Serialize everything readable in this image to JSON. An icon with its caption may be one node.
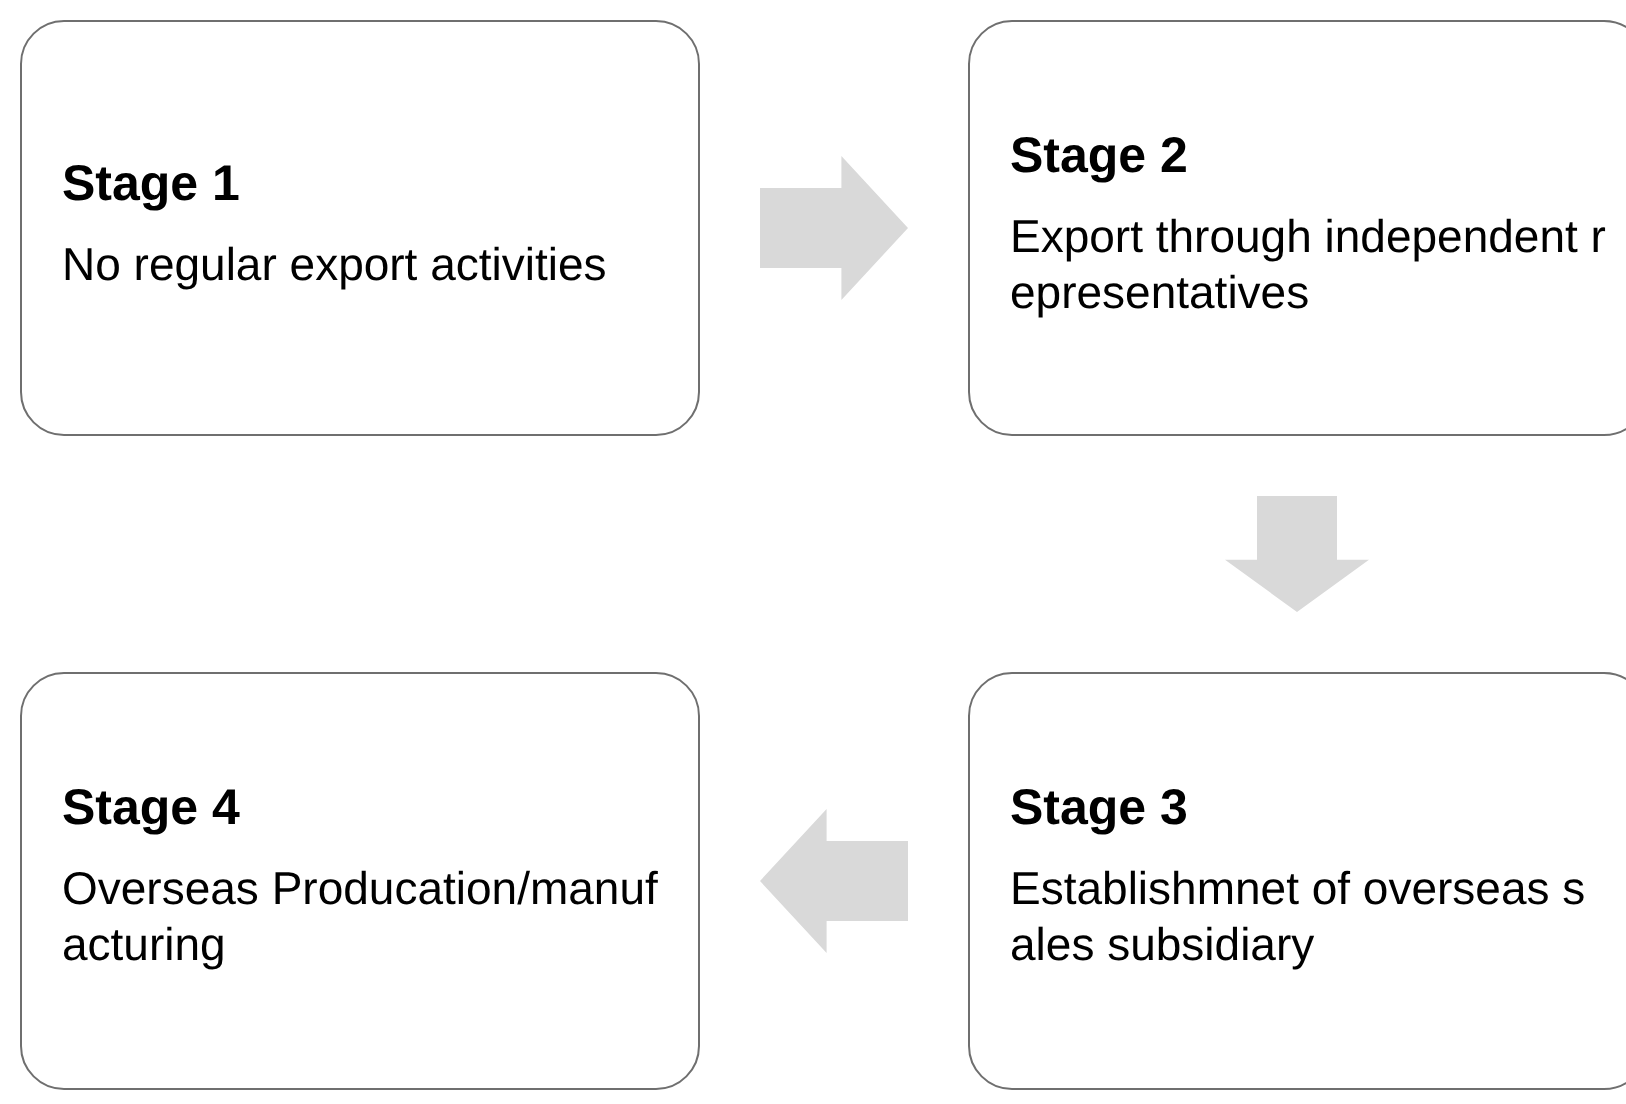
{
  "diagram": {
    "nodes": [
      {
        "text": [
          "Stage 1",
          "No regular export activities"
        ]
      },
      {
        "text": [
          "Stage 2",
          "Export through independent representatives"
        ]
      },
      {
        "text": [
          "Stage 3",
          "Establishmnet of overseas sales subsidiary"
        ]
      },
      {
        "text": [
          "Stage 4",
          "Overseas Producation/manufacturing"
        ]
      }
    ],
    "edges": [
      {
        "from": 0,
        "to": 1,
        "arrow": "to"
      },
      {
        "from": 1,
        "to": 2,
        "arrow": "to"
      },
      {
        "from": 2,
        "to": 3,
        "arrow": "to"
      }
    ]
  }
}
